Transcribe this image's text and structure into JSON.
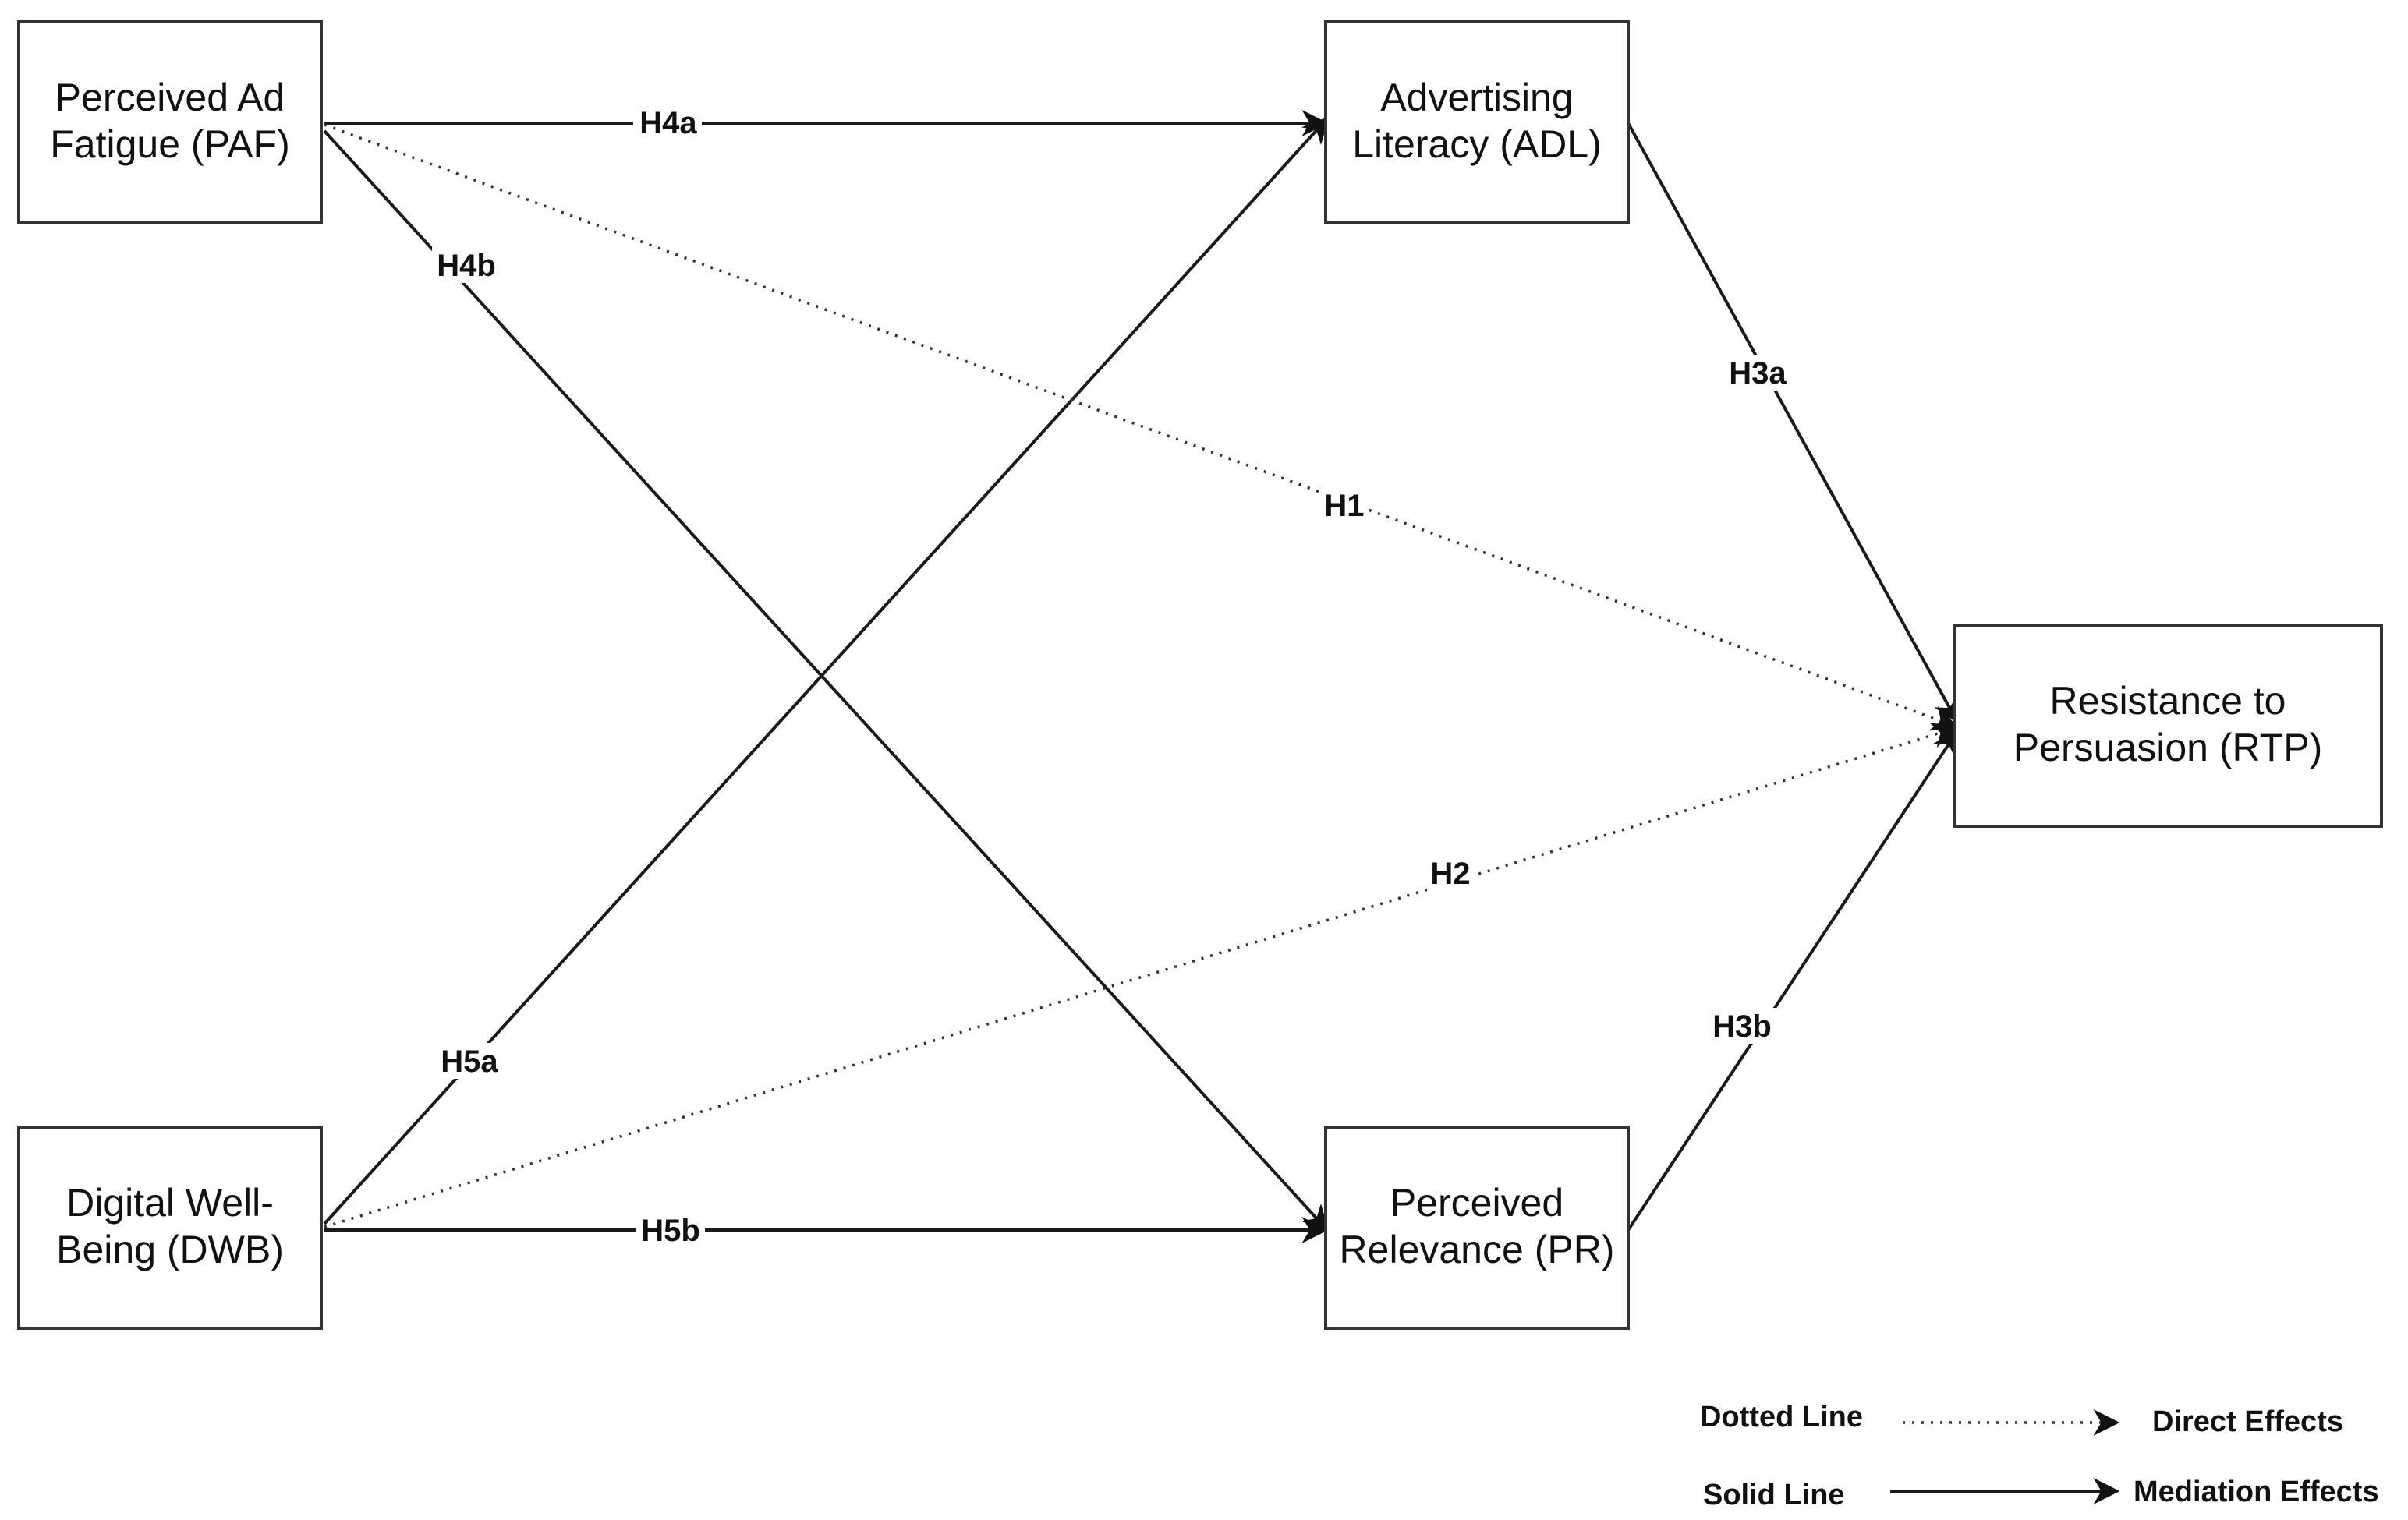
{
  "nodes": {
    "paf": {
      "line1": "Perceived Ad",
      "line2": "Fatigue (PAF)"
    },
    "dwb": {
      "line1": "Digital Well-",
      "line2": "Being (DWB)"
    },
    "adl": {
      "line1": "Advertising",
      "line2": "Literacy (ADL)"
    },
    "pr": {
      "line1": "Perceived",
      "line2": "Relevance (PR)"
    },
    "rtp": {
      "line1": "Resistance to",
      "line2": "Persuasion (RTP)"
    }
  },
  "edges": {
    "h4a": "H4a",
    "h4b": "H4b",
    "h5a": "H5a",
    "h5b": "H5b",
    "h3a": "H3a",
    "h3b": "H3b",
    "h1": "H1",
    "h2": "H2"
  },
  "legend": {
    "dotted_label": "Dotted Line",
    "dotted_meaning": "Direct Effects",
    "solid_label": "Solid Line",
    "solid_meaning": "Mediation Effects"
  }
}
